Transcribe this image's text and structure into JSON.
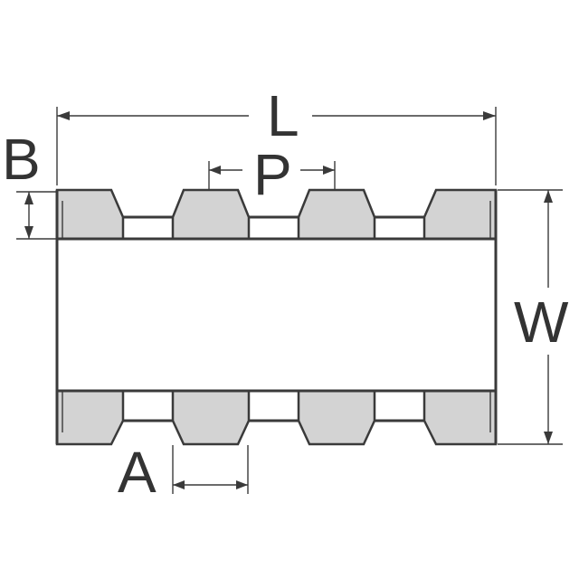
{
  "diagram": {
    "dimension_labels": {
      "L": "L",
      "B": "B",
      "P": "P",
      "W": "W",
      "A": "A"
    },
    "colors": {
      "line": "#3a3a3a",
      "pad_fill": "#d3d3d3",
      "label": "#333333",
      "background": "#ffffff"
    }
  }
}
